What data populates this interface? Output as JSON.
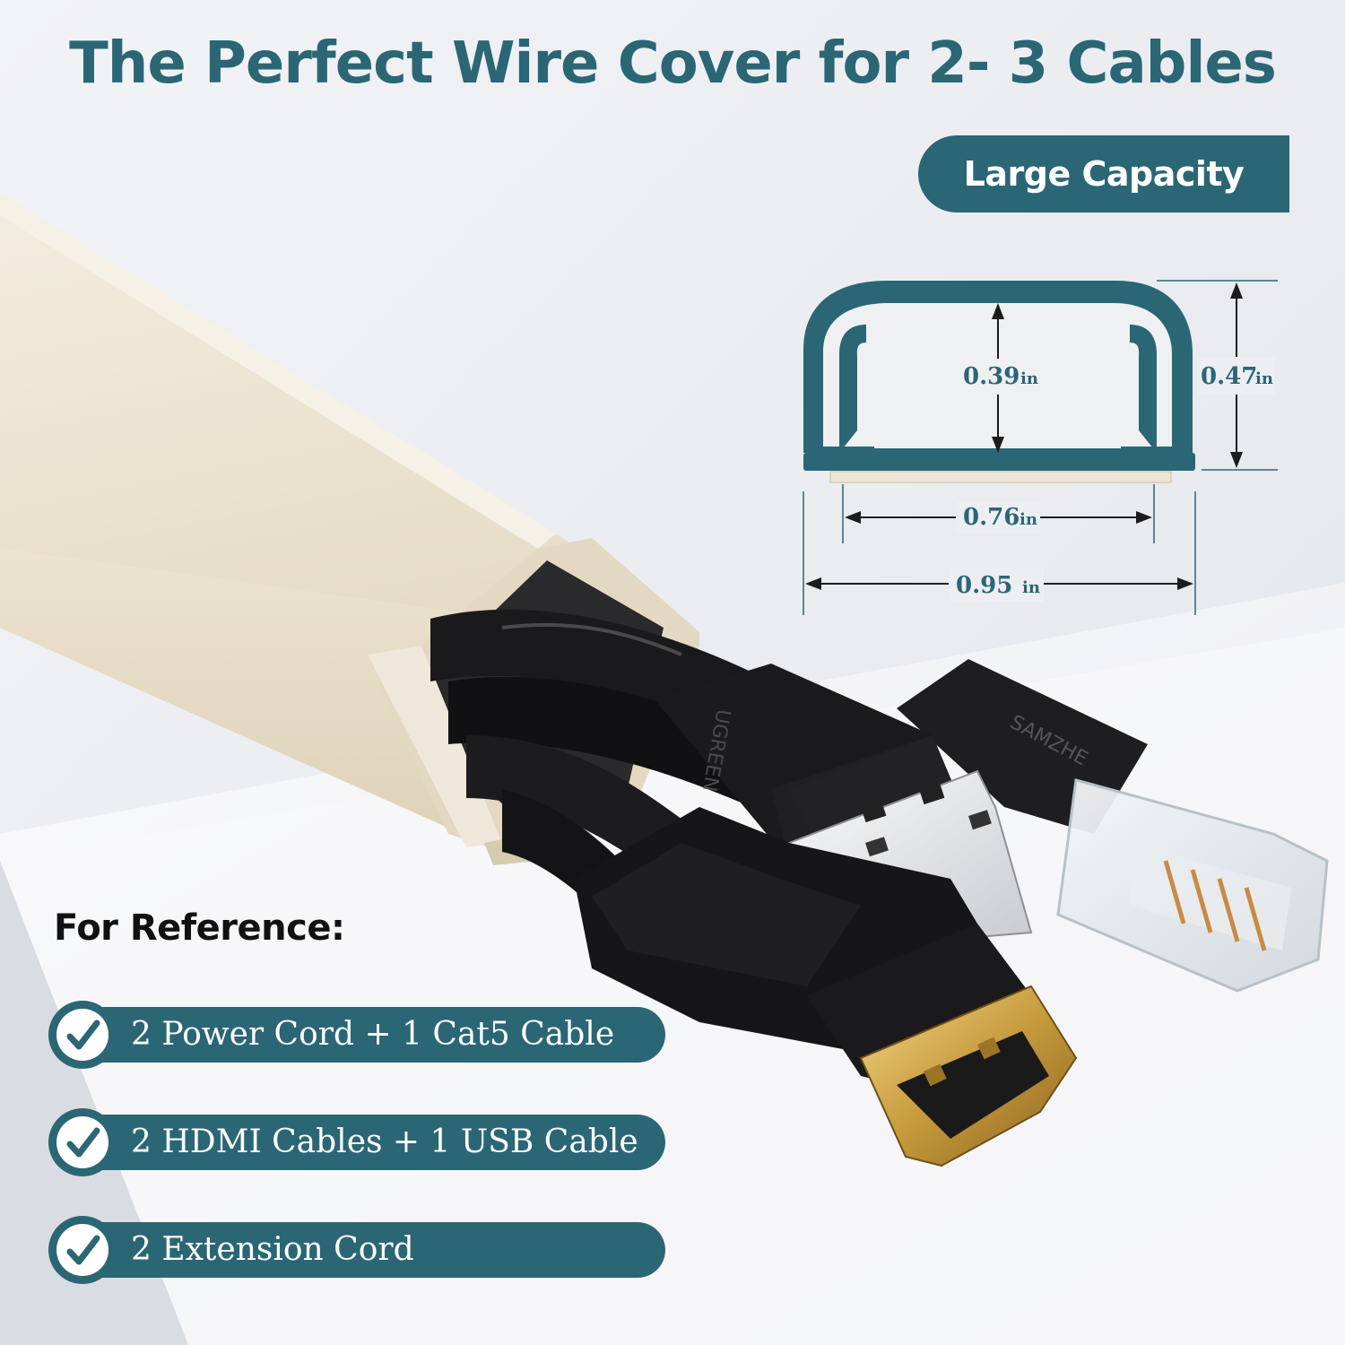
{
  "header": {
    "title": "The Perfect Wire Cover for 2- 3 Cables",
    "badge": "Large Capacity"
  },
  "diagram": {
    "inner_height": "0.39",
    "outer_height": "0.47",
    "inner_width": "0.76",
    "outer_width": "0.95",
    "unit": "in"
  },
  "reference": {
    "title": "For Reference:",
    "items": [
      {
        "label": "2 Power Cord + 1 Cat5 Cable"
      },
      {
        "label": "2 HDMI Cables + 1 USB Cable"
      },
      {
        "label": "2 Extension Cord"
      }
    ]
  },
  "cable_labels": {
    "usb_brand": "UGREEN",
    "cat5_brand": "SAMZHE"
  },
  "colors": {
    "brand_teal": "#2b6675",
    "raceway": "#ece4d3",
    "background": "#eceef2"
  }
}
